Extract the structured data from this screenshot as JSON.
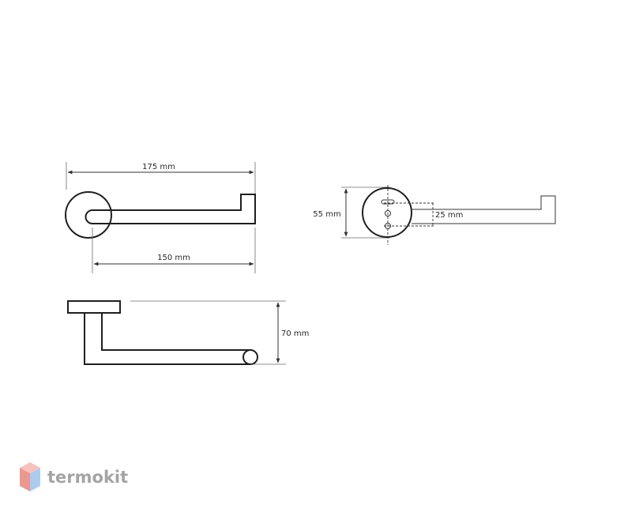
{
  "dimensions": {
    "width_total": "175 mm",
    "width_arm": "150 mm",
    "plate_diameter": "55 mm",
    "mount_spacing": "25 mm",
    "depth": "70 mm"
  },
  "brand": {
    "name": "termokit",
    "logo_colors": {
      "top": "#f4b7b2",
      "left": "#e8908a",
      "right": "#a9c6ea"
    }
  }
}
